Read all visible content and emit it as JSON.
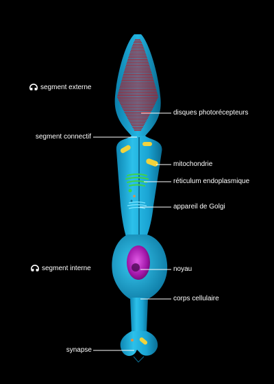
{
  "labels": {
    "disques": "disques photorécepteurs",
    "segment_connectif": "segment connectif",
    "mitochondrie": "mitochondrie",
    "reticulum": "réticulum endoplasmique",
    "golgi": "appareil de Golgi",
    "noyau": "noyau",
    "corps": "corps cellulaire",
    "synapse": "synapse"
  },
  "zones": {
    "externe": "segment externe",
    "interne": "segment interne"
  },
  "icons": {
    "audio": "speaker-icon"
  },
  "colors": {
    "background": "#000000",
    "cell": "#1fa9d6",
    "cell_dark": "#0b6f95",
    "discs": "#c0111b",
    "mitochondria": "#f1d33c",
    "er": "#3fd24a",
    "nucleus": "#b21ab8"
  }
}
